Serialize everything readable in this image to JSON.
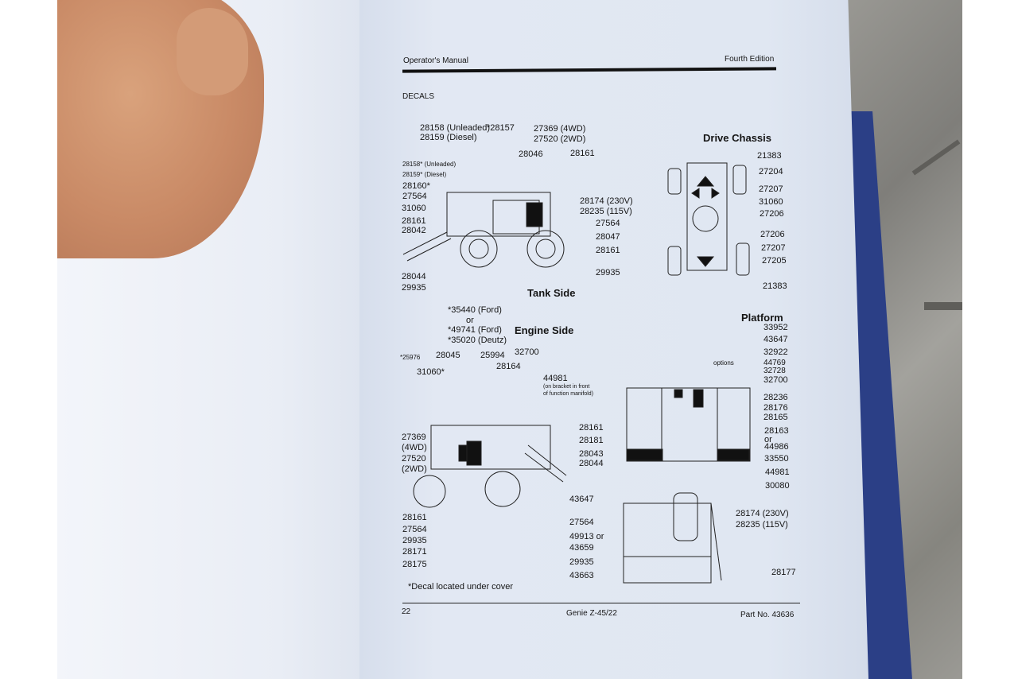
{
  "header": {
    "left": "Operator's Manual",
    "right": "Fourth Edition",
    "section": "DECALS"
  },
  "footer": {
    "page": "22",
    "model": "Genie Z-45/22",
    "part": "Part No. 43636"
  },
  "tank_side": {
    "title": "Tank Side",
    "labels": [
      "28158 (Unleaded)",
      "28159 (Diesel)",
      "*28157",
      "27369 (4WD)",
      "27520 (2WD)",
      "28046",
      "28161",
      "28158* (Unleaded)",
      "28159* (Diesel)",
      "28160*",
      "27564",
      "31060",
      "28161",
      "28042",
      "28174 (230V)",
      "28235 (115V)",
      "27564",
      "28047",
      "28161",
      "28044",
      "29935",
      "29935"
    ]
  },
  "drive_chassis": {
    "title": "Drive Chassis",
    "labels": [
      "21383",
      "27204",
      "27207",
      "31060",
      "27206",
      "27206",
      "27207",
      "27205",
      "21383"
    ]
  },
  "engine_side": {
    "title": "Engine Side",
    "labels": [
      "*35440 (Ford)",
      "or",
      "*49741 (Ford)",
      "*35020 (Deutz)",
      "*25976",
      "28045",
      "25994",
      "32700",
      "31060*",
      "28164",
      "44981",
      "(on bracket in front",
      "of function manifold)",
      "27369",
      "(4WD)",
      "27520",
      "(2WD)",
      "28161",
      "28181",
      "28043",
      "28044",
      "43647",
      "27564",
      "49913 or",
      "43659",
      "29935",
      "43663",
      "28161",
      "27564",
      "29935",
      "28171",
      "28175"
    ],
    "note": "*Decal located under cover"
  },
  "platform": {
    "title": "Platform",
    "labels": [
      "33952",
      "43647",
      "32922",
      "options",
      "44769",
      "32728",
      "32700",
      "28236",
      "28176",
      "28165",
      "28163",
      "or",
      "44986",
      "33550",
      "44981",
      "30080",
      "28174 (230V)",
      "28235 (115V)",
      "28177"
    ]
  }
}
